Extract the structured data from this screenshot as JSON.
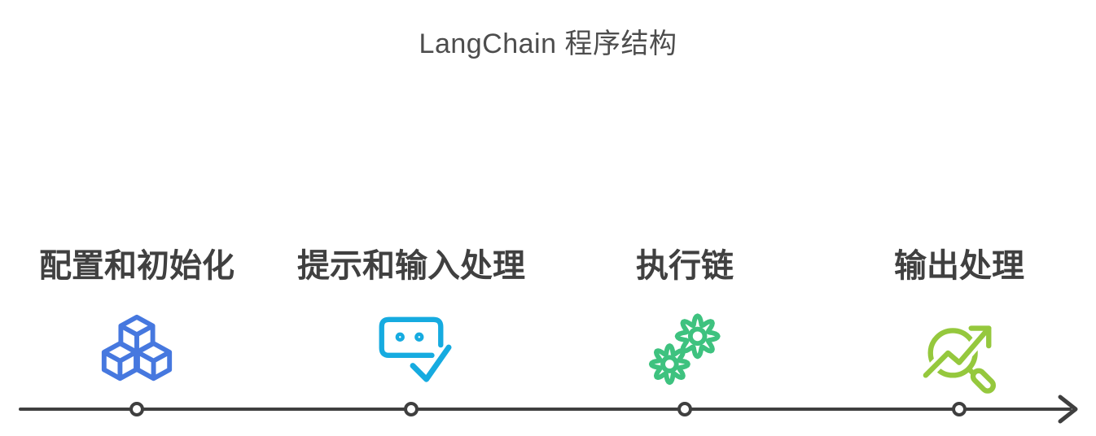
{
  "title": "LangChain 程序结构",
  "steps": [
    {
      "label": "配置和初始化",
      "icon": "cubes-icon",
      "color": "#4678df"
    },
    {
      "label": "提示和输入处理",
      "icon": "chat-check-icon",
      "color": "#16abe0"
    },
    {
      "label": "执行链",
      "icon": "gears-icon",
      "color": "#3ec27f"
    },
    {
      "label": "输出处理",
      "icon": "magnifier-chart-icon",
      "color": "#95c83d"
    }
  ],
  "timeline": {
    "color": "#3f3f3f",
    "node_fill": "#ffffff"
  }
}
